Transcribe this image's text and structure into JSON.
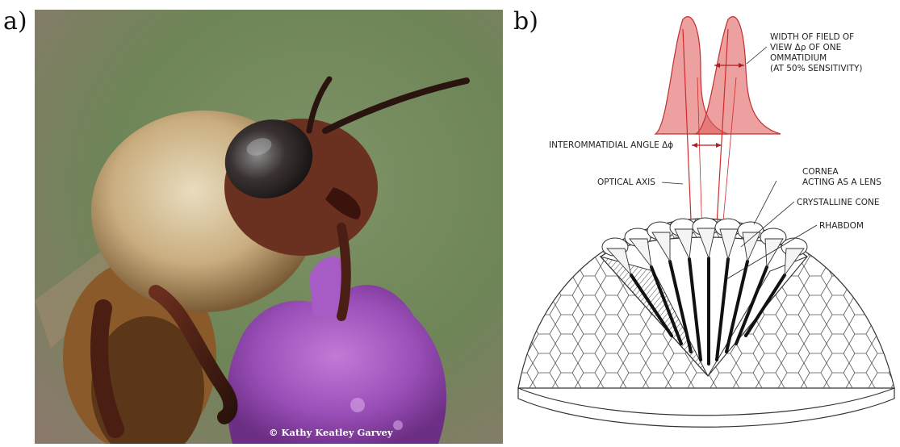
{
  "panels": {
    "a": {
      "label": "a)"
    },
    "b": {
      "label": "b)"
    }
  },
  "photo": {
    "credit": "© Kathy Keatley Garvey"
  },
  "diagram": {
    "annotations": {
      "fov_line1": "WIDTH OF FIELD OF",
      "fov_line2": "VIEW Δρ OF ONE",
      "fov_line3": "OMMATIDIUM",
      "fov_line4": "(AT 50% SENSITIVITY)",
      "interommatidial": "INTEROMMATIDIAL ANGLE Δϕ",
      "optical_axis": "OPTICAL AXIS",
      "cornea_line1": "CORNEA",
      "cornea_line2": "ACTING AS A LENS",
      "crystalline_cone": "CRYSTALLINE CONE",
      "rhabdom": "RHABDOM"
    }
  },
  "colors": {
    "sensitivity_fill": "#e06060",
    "axis_line": "#d02a2a",
    "flower": "#9a4fb8",
    "background_green": "#6f8a5a"
  }
}
